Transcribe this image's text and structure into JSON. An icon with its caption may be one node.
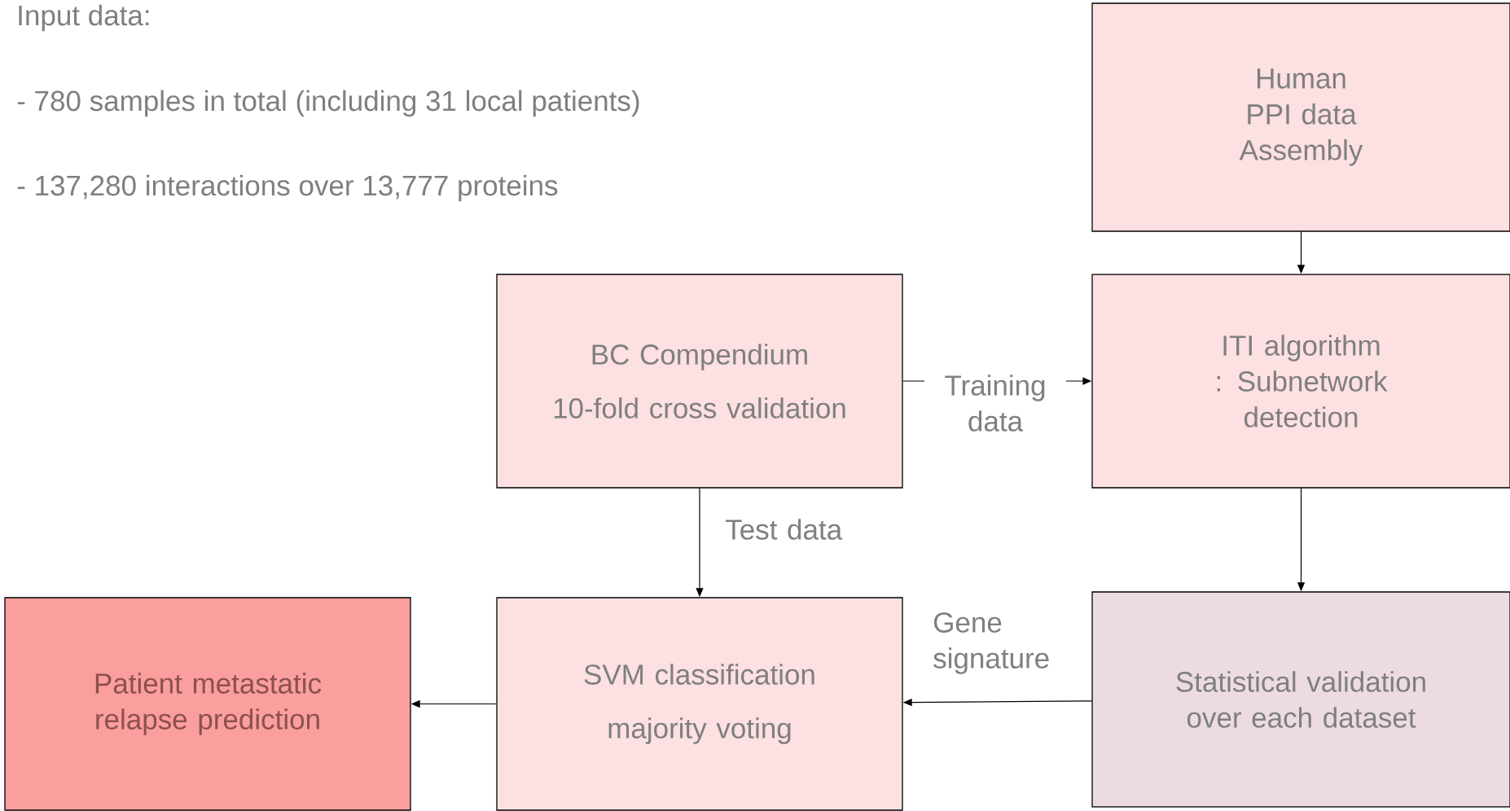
{
  "diagram": {
    "nodes": [
      {
        "text": [
          "Human PPI data Assembly"
        ]
      },
      {
        "text": [
          "ITI algorithm : Subnetwork detection"
        ]
      },
      {
        "text": [
          "BC Compendium",
          "10-fold cross validation"
        ]
      },
      {
        "text": [
          "SVM classification",
          "majority voting"
        ]
      },
      {
        "text": [
          "Statistical validation over each dataset"
        ]
      },
      {
        "text": [
          "Patient metastatic relapse prediction"
        ]
      }
    ],
    "edges": [
      {
        "from": 0,
        "to": 1,
        "arrow": "to"
      },
      {
        "from": 2,
        "to": 1,
        "arrow": "to",
        "label": "Training data"
      },
      {
        "from": 2,
        "to": 3,
        "arrow": "to",
        "label": "Test data"
      },
      {
        "from": 1,
        "to": 4,
        "arrow": "to"
      },
      {
        "from": 4,
        "to": 3,
        "arrow": "to",
        "label": "Gene signature"
      },
      {
        "from": 3,
        "to": 5,
        "arrow": "to"
      }
    ],
    "labels": [
      "Input data:",
      "- 780 samples in total (including 31 local patients)",
      "- 137,280 interactions over 13,777 proteins"
    ]
  }
}
